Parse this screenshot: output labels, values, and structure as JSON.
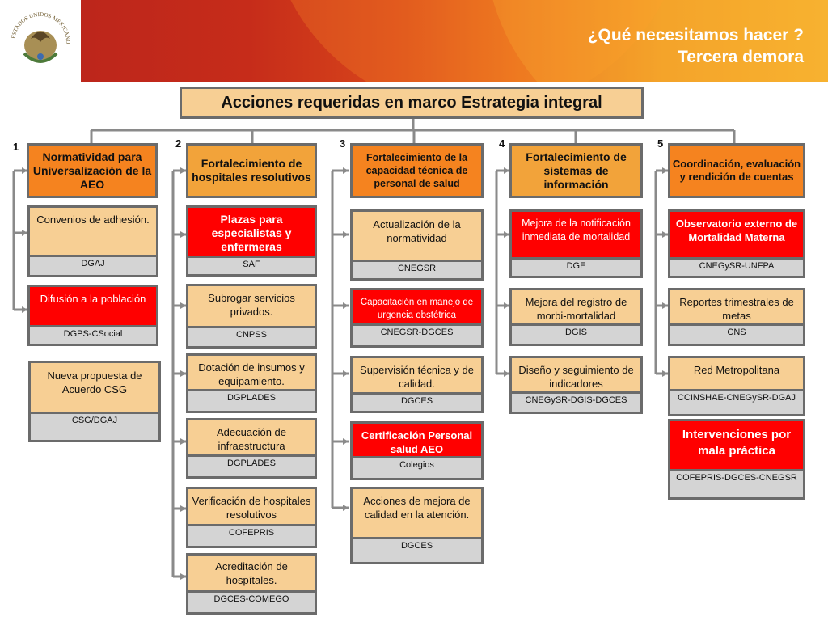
{
  "header": {
    "title_line1": "¿Qué necesitamos hacer ?",
    "title_line2": "Tercera demora",
    "seal_text": "ESTADOS UNIDOS MEXICANOS"
  },
  "main_title": "Acciones requeridas en marco Estrategia integral",
  "columns": [
    {
      "number": "1",
      "header": "Normatividad para Universalización de la AEO",
      "items": [
        {
          "text": "Convenios de adhesión.",
          "label": "DGAJ"
        },
        {
          "text": "Difusión a la población",
          "label": "DGPS-CSocial"
        },
        {
          "text": "Nueva propuesta de Acuerdo CSG",
          "label": "CSG/DGAJ"
        }
      ]
    },
    {
      "number": "2",
      "header": "Fortalecimiento de hospitales resolutivos",
      "items": [
        {
          "text": "Plazas para especialistas y enfermeras",
          "label": "SAF"
        },
        {
          "text": "Subrogar servicios privados.",
          "label": "CNPSS"
        },
        {
          "text": "Dotación de insumos y equipamiento.",
          "label": "DGPLADES"
        },
        {
          "text": "Adecuación de infraestructura",
          "label": "DGPLADES"
        },
        {
          "text": "Verificación de hospitales resolutivos",
          "label": "COFEPRIS"
        },
        {
          "text": "Acreditación de hospítales.",
          "label": "DGCES-COMEGO"
        }
      ]
    },
    {
      "number": "3",
      "header": "Fortalecimiento de la capacidad técnica de personal de salud",
      "items": [
        {
          "text": "Actualización de la normatividad",
          "label": "CNEGSR"
        },
        {
          "text": "Capacitación en manejo de urgencia obstétrica",
          "label": "CNEGSR-DGCES"
        },
        {
          "text": "Supervisión técnica y de calidad.",
          "label": "DGCES"
        },
        {
          "text": "Certificación Personal salud AEO",
          "label": "Colegios"
        },
        {
          "text": "Acciones de mejora de calidad en la atención.",
          "label": "DGCES"
        }
      ]
    },
    {
      "number": "4",
      "header": "Fortalecimiento de sistemas de información",
      "items": [
        {
          "text": "Mejora de la notificación inmediata de mortalidad",
          "label": "DGE"
        },
        {
          "text": "Mejora del registro de morbi-mortalidad",
          "label": "DGIS"
        },
        {
          "text": "Diseño y seguimiento de indicadores",
          "label": "CNEGySR-DGIS-DGCES"
        }
      ]
    },
    {
      "number": "5",
      "header": "Coordinación, evaluación y rendición de cuentas",
      "items": [
        {
          "text": "Observatorio externo de Mortalidad Materna",
          "label": "CNEGySR-UNFPA"
        },
        {
          "text": "Reportes trimestrales de metas",
          "label": "CNS"
        },
        {
          "text": "Red Metropolitana",
          "label": "CCINSHAE-CNEGySR-DGAJ"
        },
        {
          "text": "Intervenciones por mala práctica",
          "label": "COFEPRIS-DGCES-CNEGSR"
        }
      ]
    }
  ]
}
